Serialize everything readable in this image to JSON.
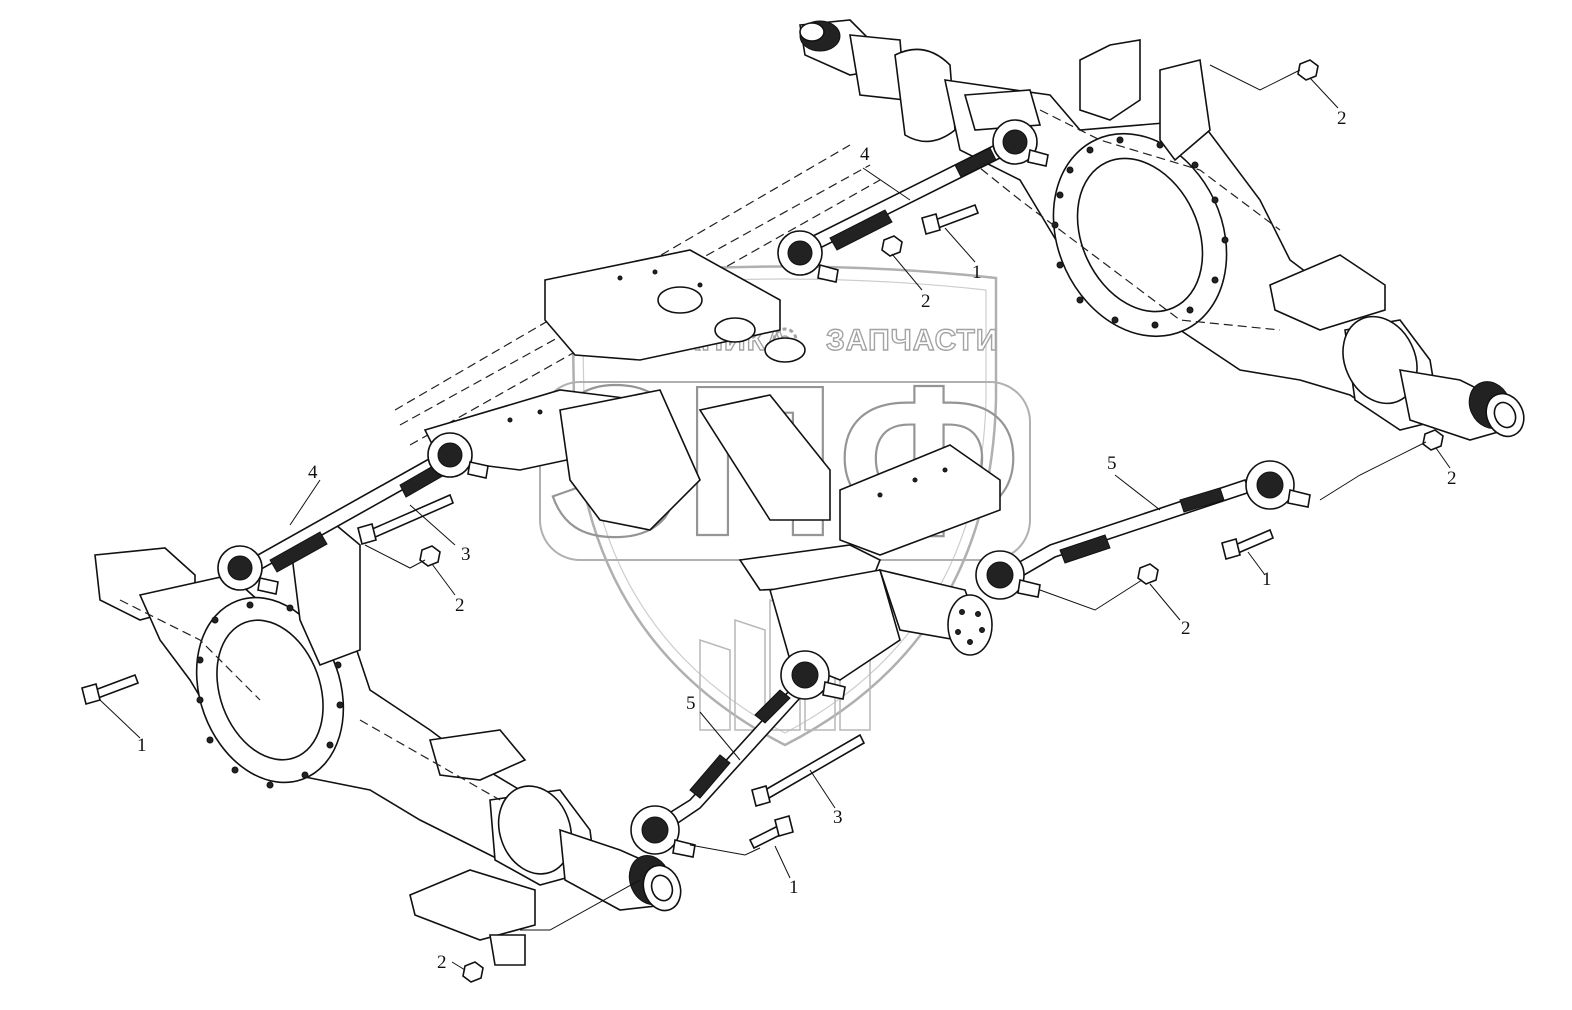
{
  "watermark": {
    "left_word": "ТЕХНИКА",
    "right_word": "ЗАПЧАСТИ",
    "big_letters": "ЗПФ",
    "gear": "gear-icon"
  },
  "callouts": [
    {
      "id": "c1",
      "label": "2"
    },
    {
      "id": "c2",
      "label": "4"
    },
    {
      "id": "c3",
      "label": "1"
    },
    {
      "id": "c4",
      "label": "2"
    },
    {
      "id": "c5",
      "label": "5"
    },
    {
      "id": "c6",
      "label": "2"
    },
    {
      "id": "c7",
      "label": "4"
    },
    {
      "id": "c8",
      "label": "3"
    },
    {
      "id": "c9",
      "label": "2"
    },
    {
      "id": "c10",
      "label": "1"
    },
    {
      "id": "c11",
      "label": "2"
    },
    {
      "id": "c12",
      "label": "1"
    },
    {
      "id": "c13",
      "label": "5"
    },
    {
      "id": "c14",
      "label": "3"
    },
    {
      "id": "c15",
      "label": "1"
    },
    {
      "id": "c16",
      "label": "2"
    }
  ]
}
